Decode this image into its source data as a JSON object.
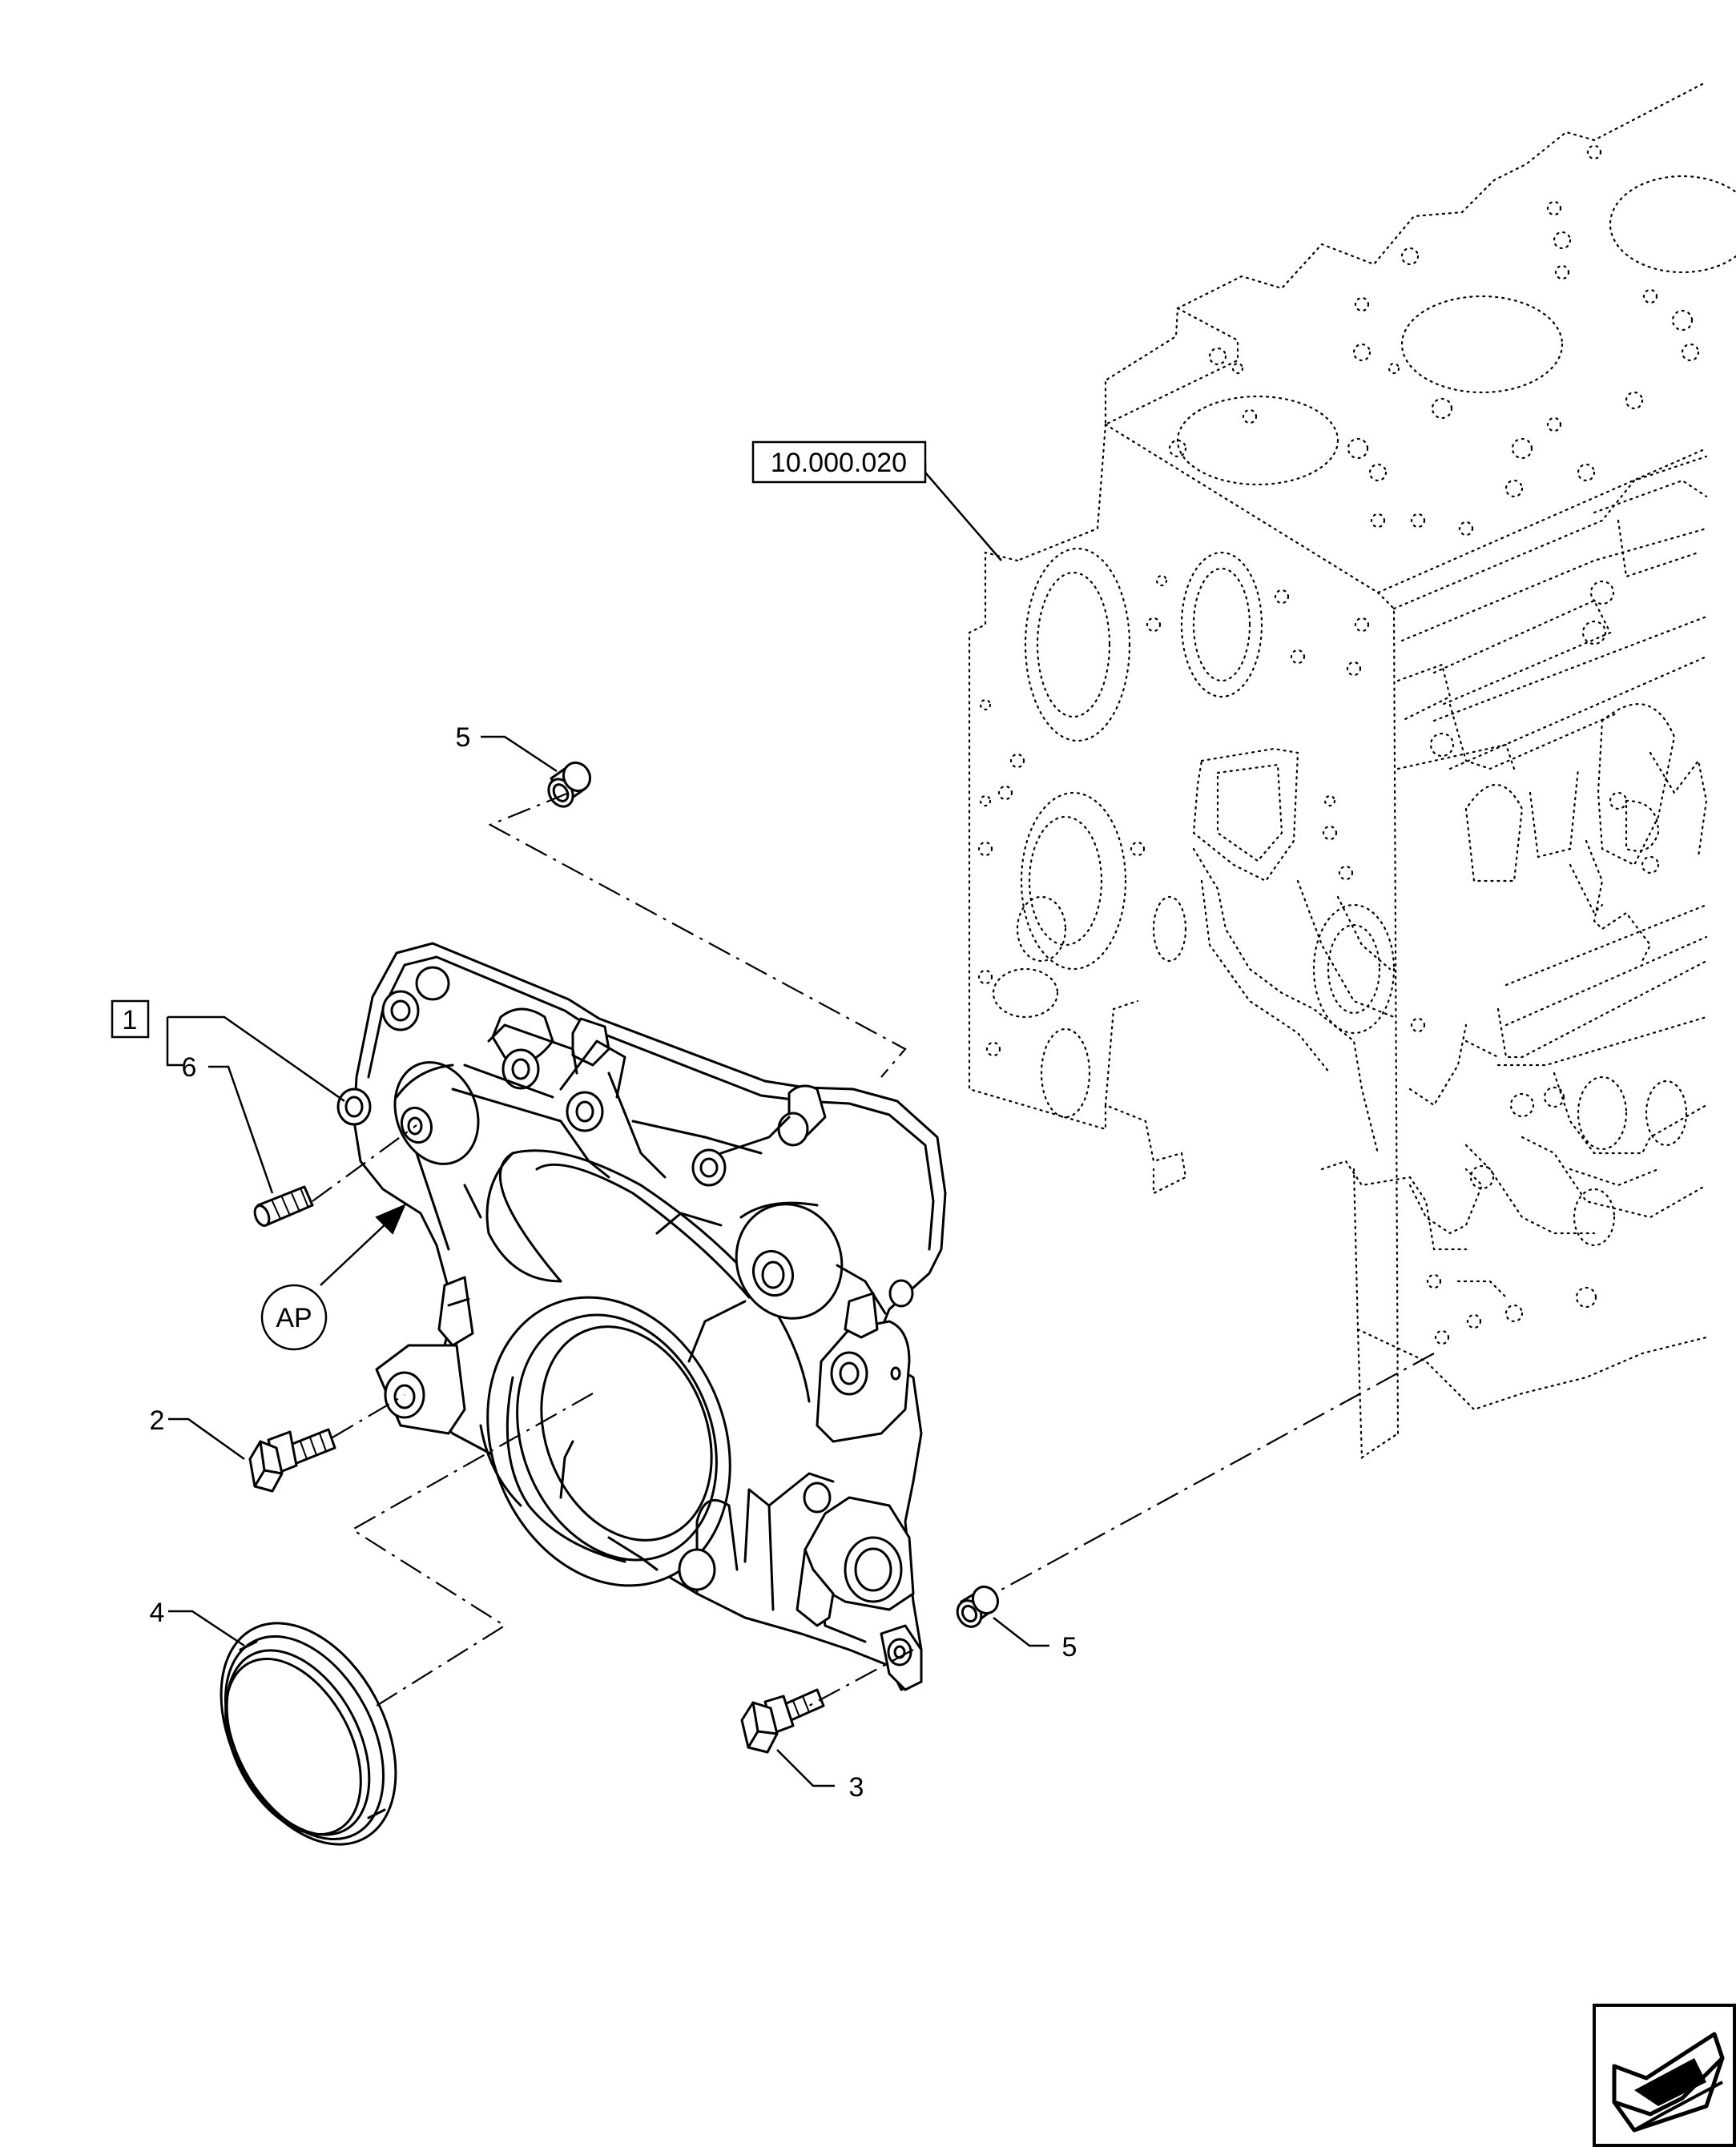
{
  "reference_label": "10.000.020",
  "kit_label": "1",
  "view_label": "AP",
  "callouts": {
    "c2": "2",
    "c3": "3",
    "c4": "4",
    "c5_top": "5",
    "c5_bottom": "5",
    "c6": "6"
  },
  "nav_icon": "arrow-page-icon"
}
